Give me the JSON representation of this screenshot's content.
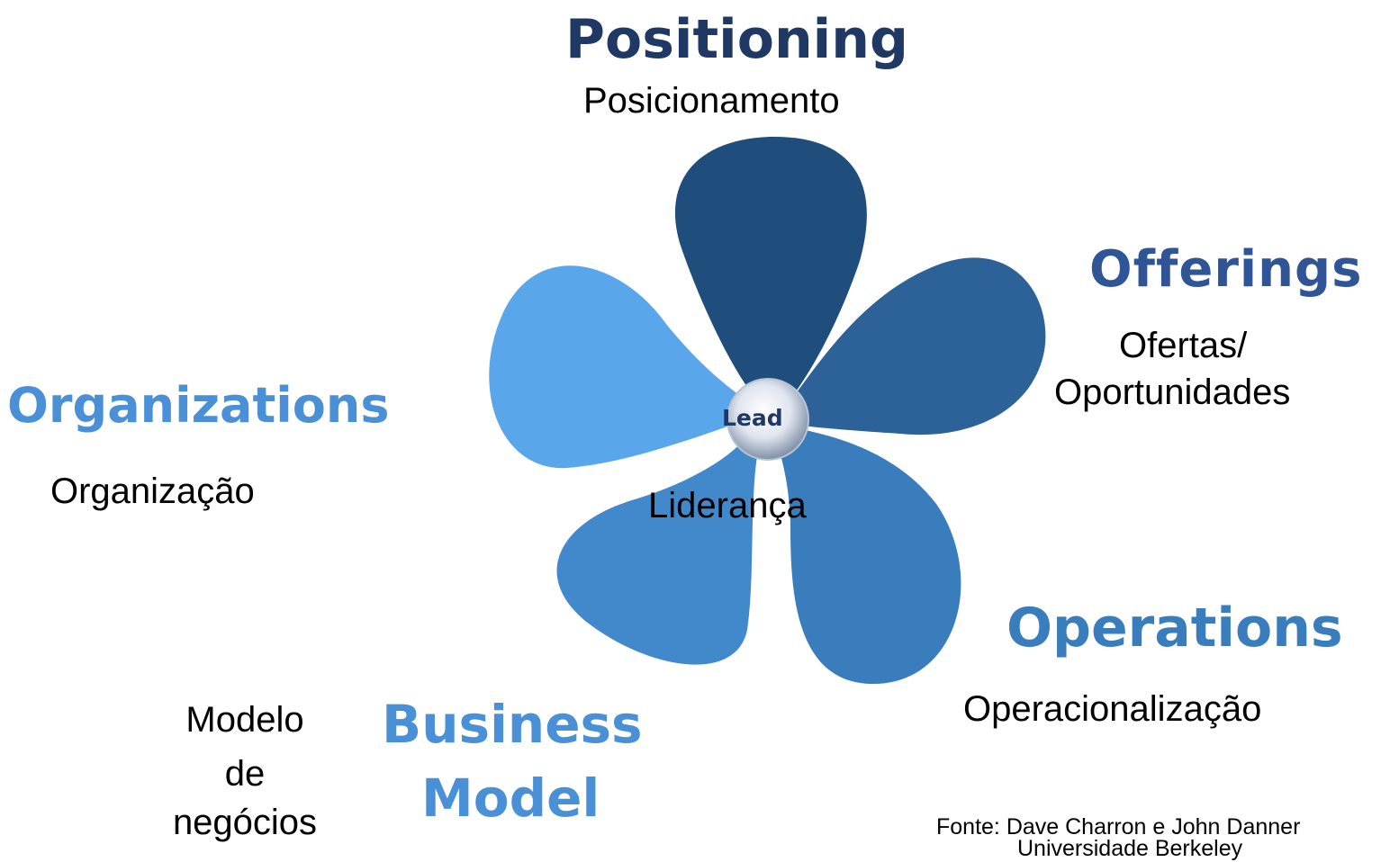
{
  "center": {
    "label": "Lead",
    "translation": "Liderança"
  },
  "petals": {
    "positioning": {
      "label": "Positioning",
      "translation": "Posicionamento",
      "color": "#1f4e7d"
    },
    "offerings": {
      "label": "Offerings",
      "translation_line1": "Ofertas/",
      "translation_line2": "Oportunidades",
      "color": "#2d6298"
    },
    "operations": {
      "label": "Operations",
      "translation": "Operacionalização",
      "color": "#3a7dbd"
    },
    "business_model": {
      "label_line1": "Business",
      "label_line2": "Model",
      "translation_line1": "Modelo",
      "translation_line2": "de",
      "translation_line3": "negócios",
      "color": "#4289cc"
    },
    "organizations": {
      "label": "Organizations",
      "translation": "Organização",
      "color": "#5aa6ea"
    }
  },
  "source": {
    "line1": "Fonte: Dave Charron e John Danner",
    "line2": "Universidade Berkeley"
  }
}
